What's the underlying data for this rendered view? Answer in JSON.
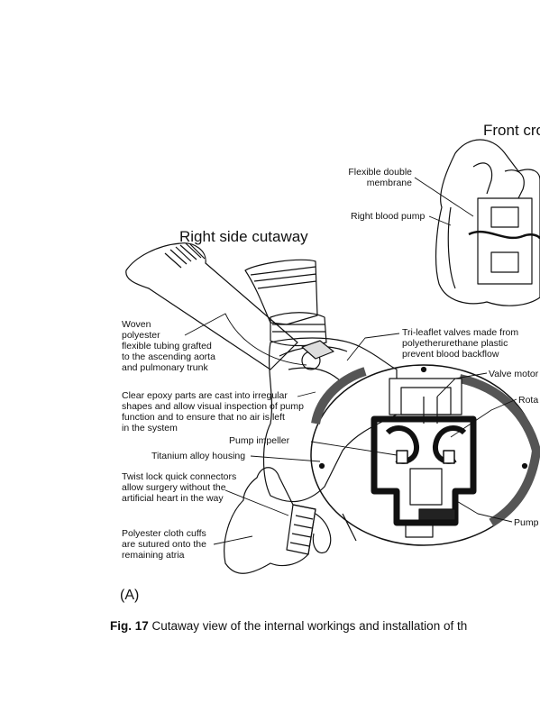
{
  "titles": {
    "right_side": "Right side cutaway",
    "front_cross": "Front cros"
  },
  "labels": {
    "flexible_double_membrane": "Flexible double\nmembrane",
    "right_blood_pump": "Right blood pump",
    "woven_tubing": "Woven\npolyester\nflexible tubing grafted\nto the ascending aorta\nand pulmonary trunk",
    "tri_leaflet": "Tri-leaflet valves made from\npolyetherurethane plastic\nprevent blood backflow",
    "valve_motor": "Valve motor",
    "rota": "Rota",
    "clear_epoxy": "Clear epoxy parts are cast into irregular\nshapes and allow visual inspection of pump\nfunction and to ensure that no air is left\nin the system",
    "pump_impeller": "Pump impeller",
    "titanium_housing": "Titanium alloy housing",
    "twist_lock": "Twist lock quick connectors\nallow surgery without the\nartificial heart in the way",
    "pump": "Pump",
    "polyester_cuffs": "Polyester cloth cuffs\nare sutured onto the\nremaining atria"
  },
  "panel_letter": "(A)",
  "caption": {
    "fig_label": "Fig. 17",
    "text": "Cutaway view of the internal workings and installation of th"
  }
}
